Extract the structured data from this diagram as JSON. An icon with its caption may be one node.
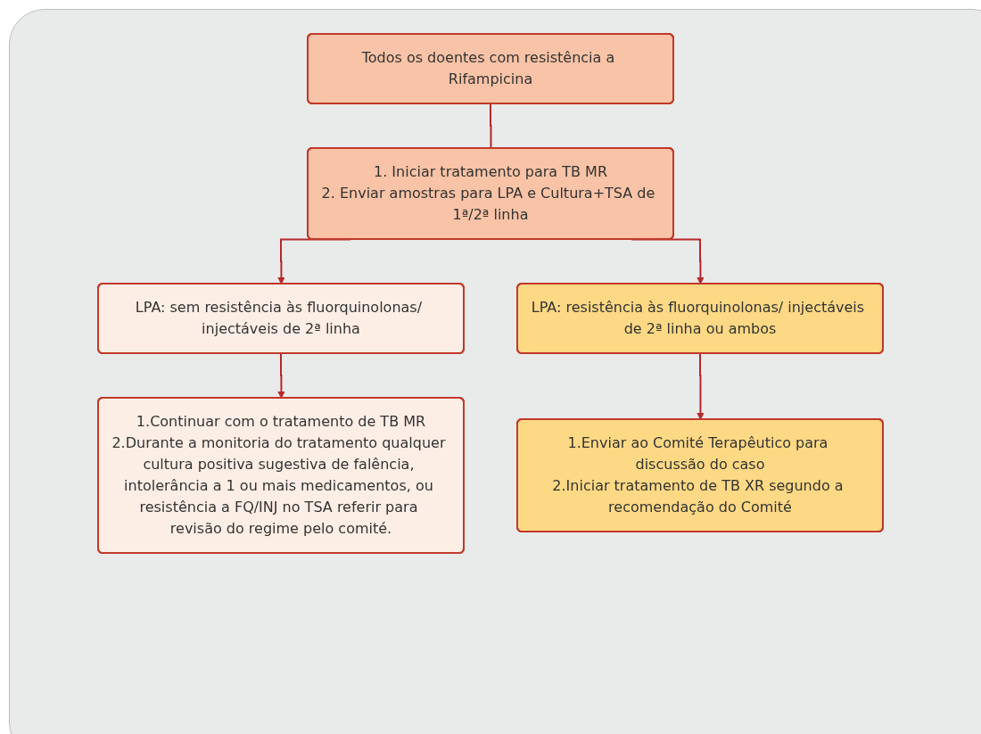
{
  "diagram": {
    "nodes": [
      {
        "text": [
          "Todos os doentes com resistência a Rifampicina"
        ]
      },
      {
        "text": [
          "1. Iniciar tratamento para TB MR",
          "2. Enviar amostras para LPA e Cultura+TSA de 1ª/2ª linha"
        ]
      },
      {
        "text": [
          "LPA: sem resistência às fluorquinolonas/ injectáveis de 2ª linha"
        ]
      },
      {
        "text": [
          "LPA: resistência às fluorquinolonas/ injectáveis de 2ª linha ou ambos"
        ]
      },
      {
        "text": [
          "1.Continuar com o tratamento de TB MR",
          "2.Durante a monitoria do tratamento qualquer cultura positiva sugestiva de falência, intolerância a 1 ou mais medicamentos, ou resistência a FQ/INJ no TSA referir para revisão do regime pelo comité."
        ]
      },
      {
        "text": [
          "1.Enviar ao Comité Terapêutico para discussão do caso",
          "2.Iniciar tratamento de TB XR segundo a recomendação do Comité"
        ]
      }
    ],
    "edges": [
      {
        "from": 0,
        "to": 1,
        "arrow": "none"
      },
      {
        "from": 1,
        "to": 2,
        "arrow": "to"
      },
      {
        "from": 1,
        "to": 3,
        "arrow": "to"
      },
      {
        "from": 2,
        "to": 4,
        "arrow": "to"
      },
      {
        "from": 3,
        "to": 5,
        "arrow": "to"
      }
    ]
  }
}
